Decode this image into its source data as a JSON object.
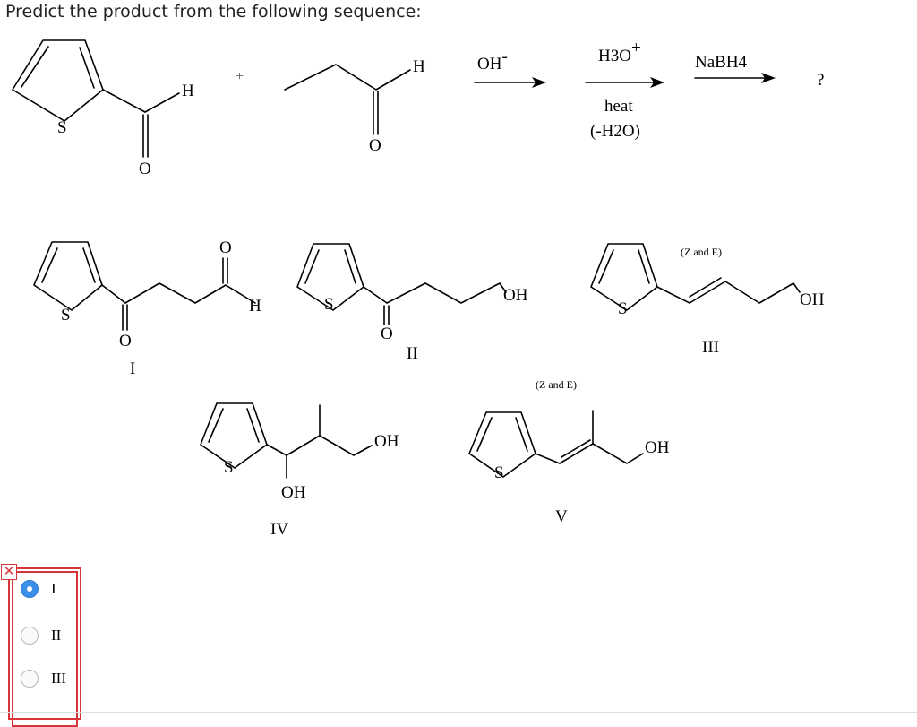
{
  "question": {
    "prompt": "Predict the product from the following sequence:"
  },
  "reaction": {
    "reactant1": {
      "atoms": {
        "sulfur": "S",
        "aldehyde_h": "H",
        "oxygen": "O"
      }
    },
    "plus": "+",
    "reactant2": {
      "atoms": {
        "aldehyde_h": "H",
        "oxygen": "O"
      }
    },
    "step1": {
      "above": "OH",
      "charge": "-"
    },
    "step2": {
      "above": "H3O",
      "charge": "+",
      "below1": "heat",
      "below2": "(-H2O)"
    },
    "step3": {
      "above": "NaBH4"
    },
    "product": "?"
  },
  "choices_structures": [
    {
      "numeral": "I",
      "atoms": [
        "S",
        "O",
        "O",
        "H"
      ]
    },
    {
      "numeral": "II",
      "atoms": [
        "S",
        "O",
        "OH"
      ]
    },
    {
      "numeral": "III",
      "note": "(Z and E)",
      "atoms": [
        "S",
        "OH"
      ]
    },
    {
      "numeral": "IV",
      "atoms": [
        "S",
        "OH",
        "OH"
      ]
    },
    {
      "numeral": "V",
      "note": "(Z and E)",
      "atoms": [
        "S",
        "OH"
      ]
    }
  ],
  "answer": {
    "status": "incorrect",
    "wrong_icon": "x-mark-icon",
    "options": [
      {
        "label": "I",
        "selected": true
      },
      {
        "label": "II",
        "selected": false
      },
      {
        "label": "III",
        "selected": false
      }
    ]
  }
}
